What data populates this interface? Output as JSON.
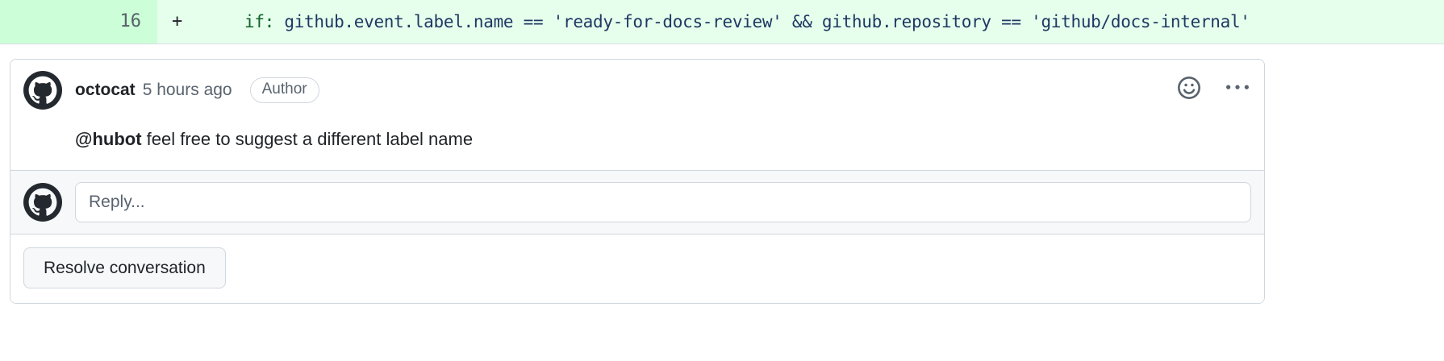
{
  "diff": {
    "line_number": "16",
    "marker": "+",
    "code_indent": "    ",
    "tokens": [
      {
        "text": "if:",
        "kind": "key"
      },
      {
        "text": " github.event.label.name == 'ready-for-docs-review' && github.repository == 'github/docs-internal'",
        "kind": "plain"
      }
    ],
    "code_full": "    if: github.event.label.name == 'ready-for-docs-review' && github.repository == 'github/docs-internal'",
    "added_bg": "#e6ffec",
    "linenum_bg": "#ccffd8"
  },
  "comment": {
    "avatar_icon": "github-mark-icon",
    "author": "octocat",
    "timestamp": "5 hours ago",
    "badge": "Author",
    "reaction_icon": "smiley-icon",
    "menu_icon": "kebab-horizontal-icon",
    "body_mention": "@hubot",
    "body_text": " feel free to suggest a different label name"
  },
  "reply": {
    "avatar_icon": "github-mark-icon",
    "placeholder": "Reply...",
    "value": ""
  },
  "footer": {
    "resolve_label": "Resolve conversation"
  },
  "colors": {
    "border": "#d0d7de",
    "muted_text": "#59636e",
    "text": "#1f2328",
    "surface_subtle": "#f6f8fa",
    "code_plain": "#1f3864",
    "code_key": "#116329"
  }
}
